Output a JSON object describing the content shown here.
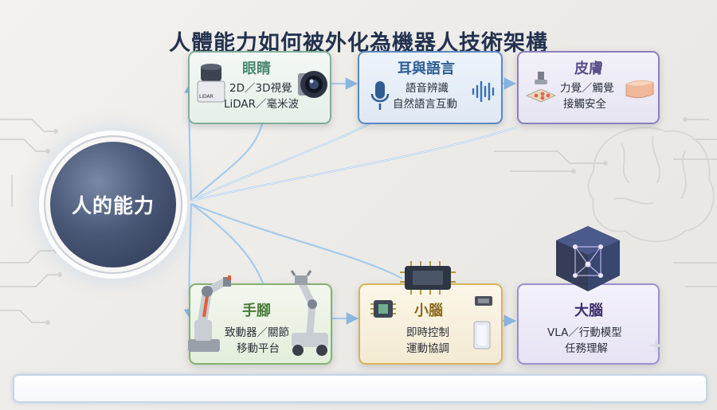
{
  "title": "人體能力如何被外化為機器人技術架構",
  "hub": {
    "label": "人的能力"
  },
  "cards": {
    "eyes": {
      "title": "眼睛",
      "line1": "2D／3D視覺",
      "line2": "LiDAR／毫米波",
      "lidar_text": "LiDAR",
      "color": "#4a8a70"
    },
    "ears": {
      "title": "耳與語言",
      "line1": "語音辨識",
      "line2": "自然語言互動",
      "color": "#2d5d96"
    },
    "skin": {
      "title": "皮膚",
      "line1": "力覺／觸覺",
      "line2": "接觸安全",
      "color": "#5a4f8a"
    },
    "limbs": {
      "title": "手腳",
      "line1": "致動器／關節",
      "line2": "移動平台",
      "color": "#4a7a3a"
    },
    "cerebellum": {
      "title": "小腦",
      "line1": "即時控制",
      "line2": "運動協調",
      "color": "#8a6a1a"
    },
    "cerebrum": {
      "title": "大腦",
      "line1": "VLA／行動模型",
      "line2": "任務理解",
      "color": "#3a2d6a"
    }
  },
  "colors": {
    "accent_line": "#86b9e6",
    "title": "#23324f"
  }
}
